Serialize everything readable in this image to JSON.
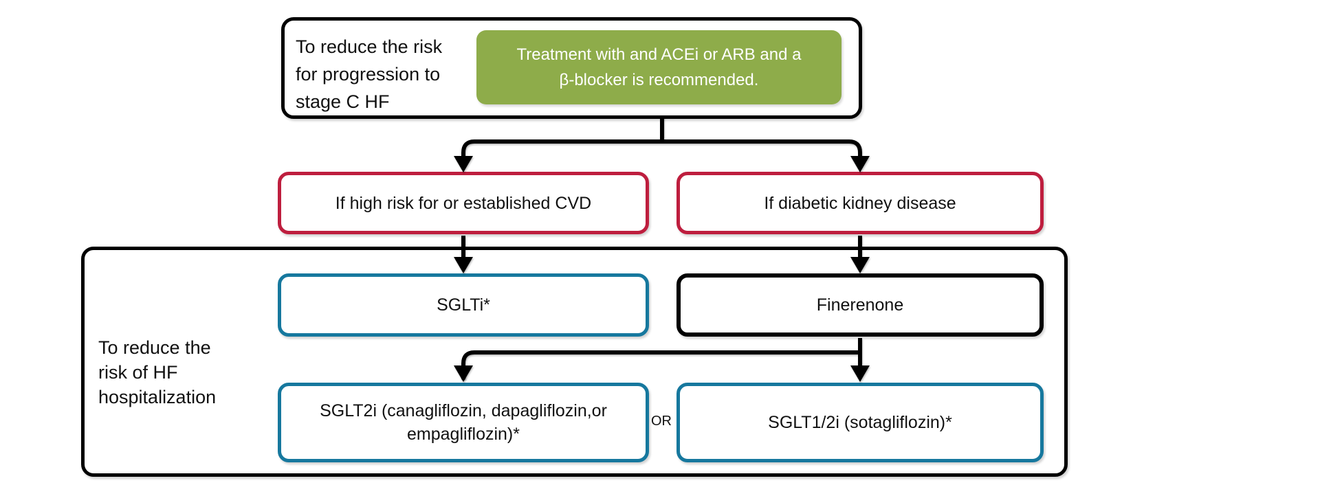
{
  "diagram": {
    "stage_b": {
      "label": "To reduce the risk\nfor progression to\nstage C HF",
      "recommendation": "Treatment with and ACEi or ARB and a\nβ-blocker is recommended."
    },
    "conditions": [
      {
        "label": "If high risk for or established CVD"
      },
      {
        "label": "If diabetic kidney disease"
      }
    ],
    "hf_section": {
      "label": "To reduce the\nrisk of HF\nhospitalization",
      "treatments": {
        "cvd_first": "SGLTi*",
        "dkd_first": "Finerenone",
        "cvd_second": "SGLT2i (canagliflozin, dapagliflozin,or\nempagliflozin)*",
        "or_label": "OR",
        "dkd_second": "SGLT1/2i (sotagliflozin)*"
      }
    },
    "colors": {
      "recommendation_fill": "#8EAC4A",
      "condition_border": "#BE1E3E",
      "sglt_border": "#16789E",
      "line_color": "#000000"
    }
  }
}
